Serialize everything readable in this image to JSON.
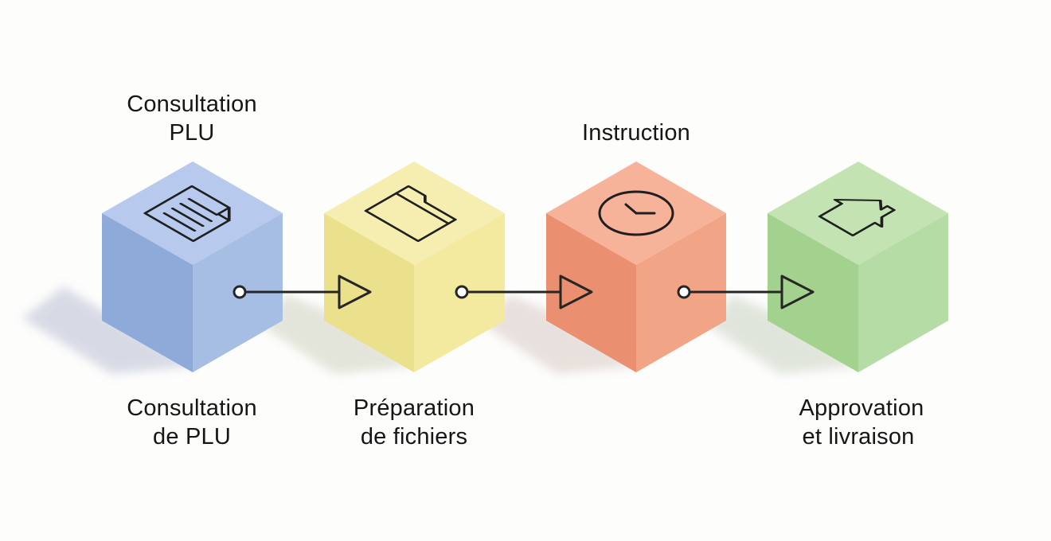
{
  "diagram": {
    "top_labels": {
      "step1": [
        "Consultation",
        "PLU"
      ],
      "step3": [
        "Instruction"
      ]
    },
    "bottom_labels": {
      "step1": [
        "Consultation",
        "de PLU"
      ],
      "step2": [
        "Préparation",
        "de fichiers"
      ],
      "step4": [
        "Approvation",
        "et livraison"
      ]
    },
    "steps": [
      {
        "id": "step1",
        "icon": "document-icon",
        "color": "#a7bde4"
      },
      {
        "id": "step2",
        "icon": "folder-icon",
        "color": "#f2e89d"
      },
      {
        "id": "step3",
        "icon": "clock-icon",
        "color": "#f3a487"
      },
      {
        "id": "step4",
        "icon": "house-icon",
        "color": "#b6dca5"
      }
    ]
  }
}
